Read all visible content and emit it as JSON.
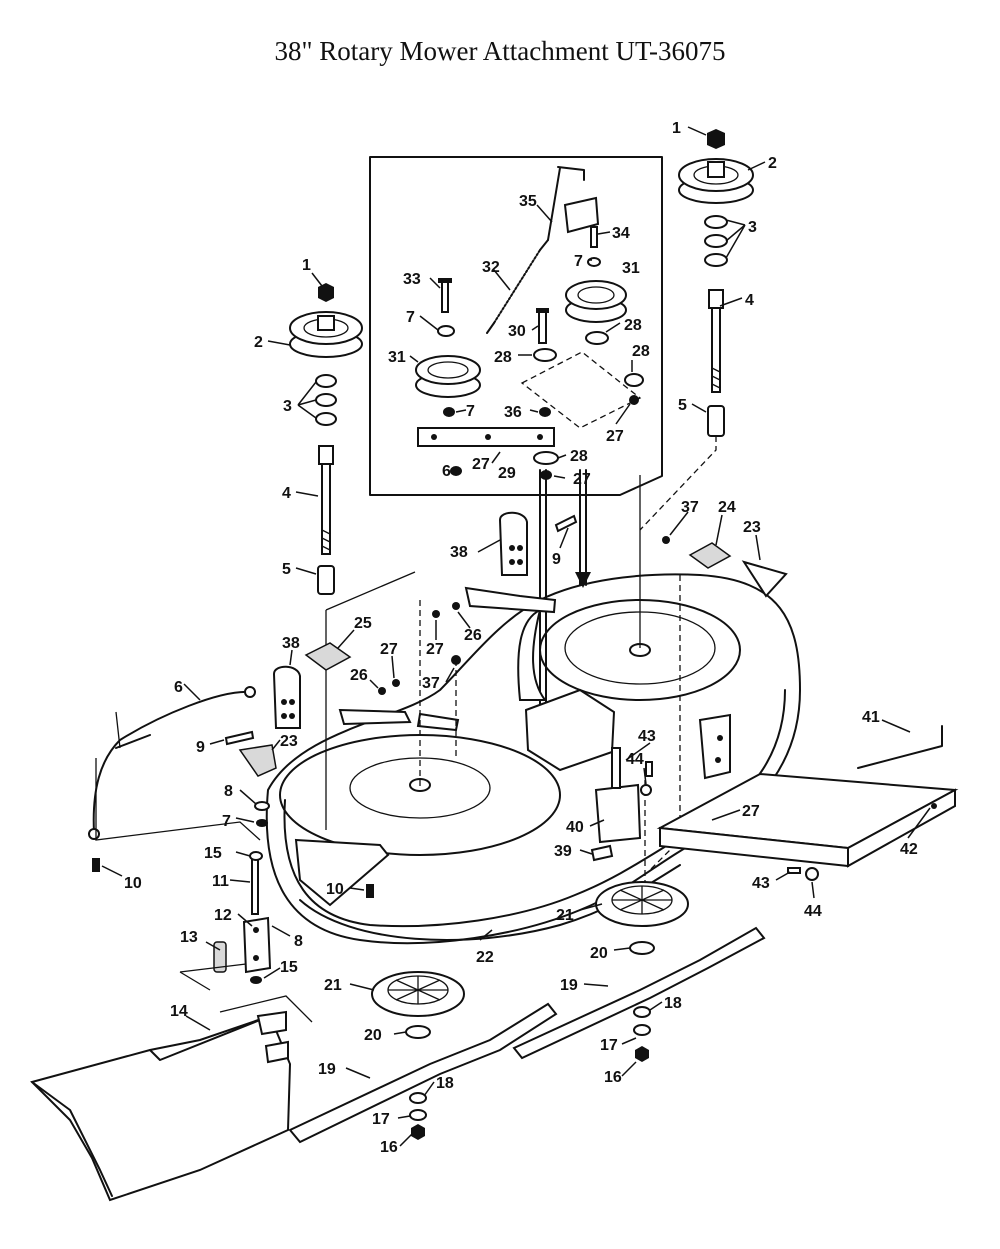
{
  "title": "38\" Rotary Mower Attachment UT-36075",
  "callouts": [
    {
      "id": "c1a",
      "text": "1"
    },
    {
      "id": "c2a",
      "text": "2"
    },
    {
      "id": "c3a",
      "text": "3"
    },
    {
      "id": "c4a",
      "text": "4"
    },
    {
      "id": "c5a",
      "text": "5"
    },
    {
      "id": "c1b",
      "text": "1"
    },
    {
      "id": "c2b",
      "text": "2"
    },
    {
      "id": "c3b",
      "text": "3"
    },
    {
      "id": "c4b",
      "text": "4"
    },
    {
      "id": "c5b",
      "text": "5"
    },
    {
      "id": "c35",
      "text": "35"
    },
    {
      "id": "c34",
      "text": "34"
    },
    {
      "id": "c33",
      "text": "33"
    },
    {
      "id": "c32",
      "text": "32"
    },
    {
      "id": "c7a",
      "text": "7"
    },
    {
      "id": "c31a",
      "text": "31"
    },
    {
      "id": "c7b",
      "text": "7"
    },
    {
      "id": "c30",
      "text": "30"
    },
    {
      "id": "c28a",
      "text": "28"
    },
    {
      "id": "c31b",
      "text": "31"
    },
    {
      "id": "c28b",
      "text": "28"
    },
    {
      "id": "c28c",
      "text": "28"
    },
    {
      "id": "c7c",
      "text": "7"
    },
    {
      "id": "c36",
      "text": "36"
    },
    {
      "id": "c27a",
      "text": "27"
    },
    {
      "id": "c28d",
      "text": "28"
    },
    {
      "id": "c6a",
      "text": "6"
    },
    {
      "id": "c27b",
      "text": "27"
    },
    {
      "id": "c29",
      "text": "29"
    },
    {
      "id": "c27c",
      "text": "27"
    },
    {
      "id": "c38a",
      "text": "38"
    },
    {
      "id": "c9a",
      "text": "9"
    },
    {
      "id": "c37a",
      "text": "37"
    },
    {
      "id": "c24",
      "text": "24"
    },
    {
      "id": "c23a",
      "text": "23"
    },
    {
      "id": "c25",
      "text": "25"
    },
    {
      "id": "c27d",
      "text": "27"
    },
    {
      "id": "c26a",
      "text": "26"
    },
    {
      "id": "c38b",
      "text": "38"
    },
    {
      "id": "c27e",
      "text": "27"
    },
    {
      "id": "c26b",
      "text": "26"
    },
    {
      "id": "c37b",
      "text": "37"
    },
    {
      "id": "c6b",
      "text": "6"
    },
    {
      "id": "c9b",
      "text": "9"
    },
    {
      "id": "c23b",
      "text": "23"
    },
    {
      "id": "c41",
      "text": "41"
    },
    {
      "id": "c43a",
      "text": "43"
    },
    {
      "id": "c44a",
      "text": "44"
    },
    {
      "id": "c8a",
      "text": "8"
    },
    {
      "id": "c7d",
      "text": "7"
    },
    {
      "id": "c27f",
      "text": "27"
    },
    {
      "id": "c40",
      "text": "40"
    },
    {
      "id": "c15a",
      "text": "15"
    },
    {
      "id": "c39",
      "text": "39"
    },
    {
      "id": "c42",
      "text": "42"
    },
    {
      "id": "c10a",
      "text": "10"
    },
    {
      "id": "c11",
      "text": "11"
    },
    {
      "id": "c10b",
      "text": "10"
    },
    {
      "id": "c43b",
      "text": "43"
    },
    {
      "id": "c44b",
      "text": "44"
    },
    {
      "id": "c12",
      "text": "12"
    },
    {
      "id": "c8b",
      "text": "8"
    },
    {
      "id": "c21a",
      "text": "21"
    },
    {
      "id": "c13",
      "text": "13"
    },
    {
      "id": "c22",
      "text": "22"
    },
    {
      "id": "c15b",
      "text": "15"
    },
    {
      "id": "c20a",
      "text": "20"
    },
    {
      "id": "c21b",
      "text": "21"
    },
    {
      "id": "c19a",
      "text": "19"
    },
    {
      "id": "c14",
      "text": "14"
    },
    {
      "id": "c18a",
      "text": "18"
    },
    {
      "id": "c20b",
      "text": "20"
    },
    {
      "id": "c17a",
      "text": "17"
    },
    {
      "id": "c16a",
      "text": "16"
    },
    {
      "id": "c19b",
      "text": "19"
    },
    {
      "id": "c18b",
      "text": "18"
    },
    {
      "id": "c17b",
      "text": "17"
    },
    {
      "id": "c16b",
      "text": "16"
    }
  ]
}
